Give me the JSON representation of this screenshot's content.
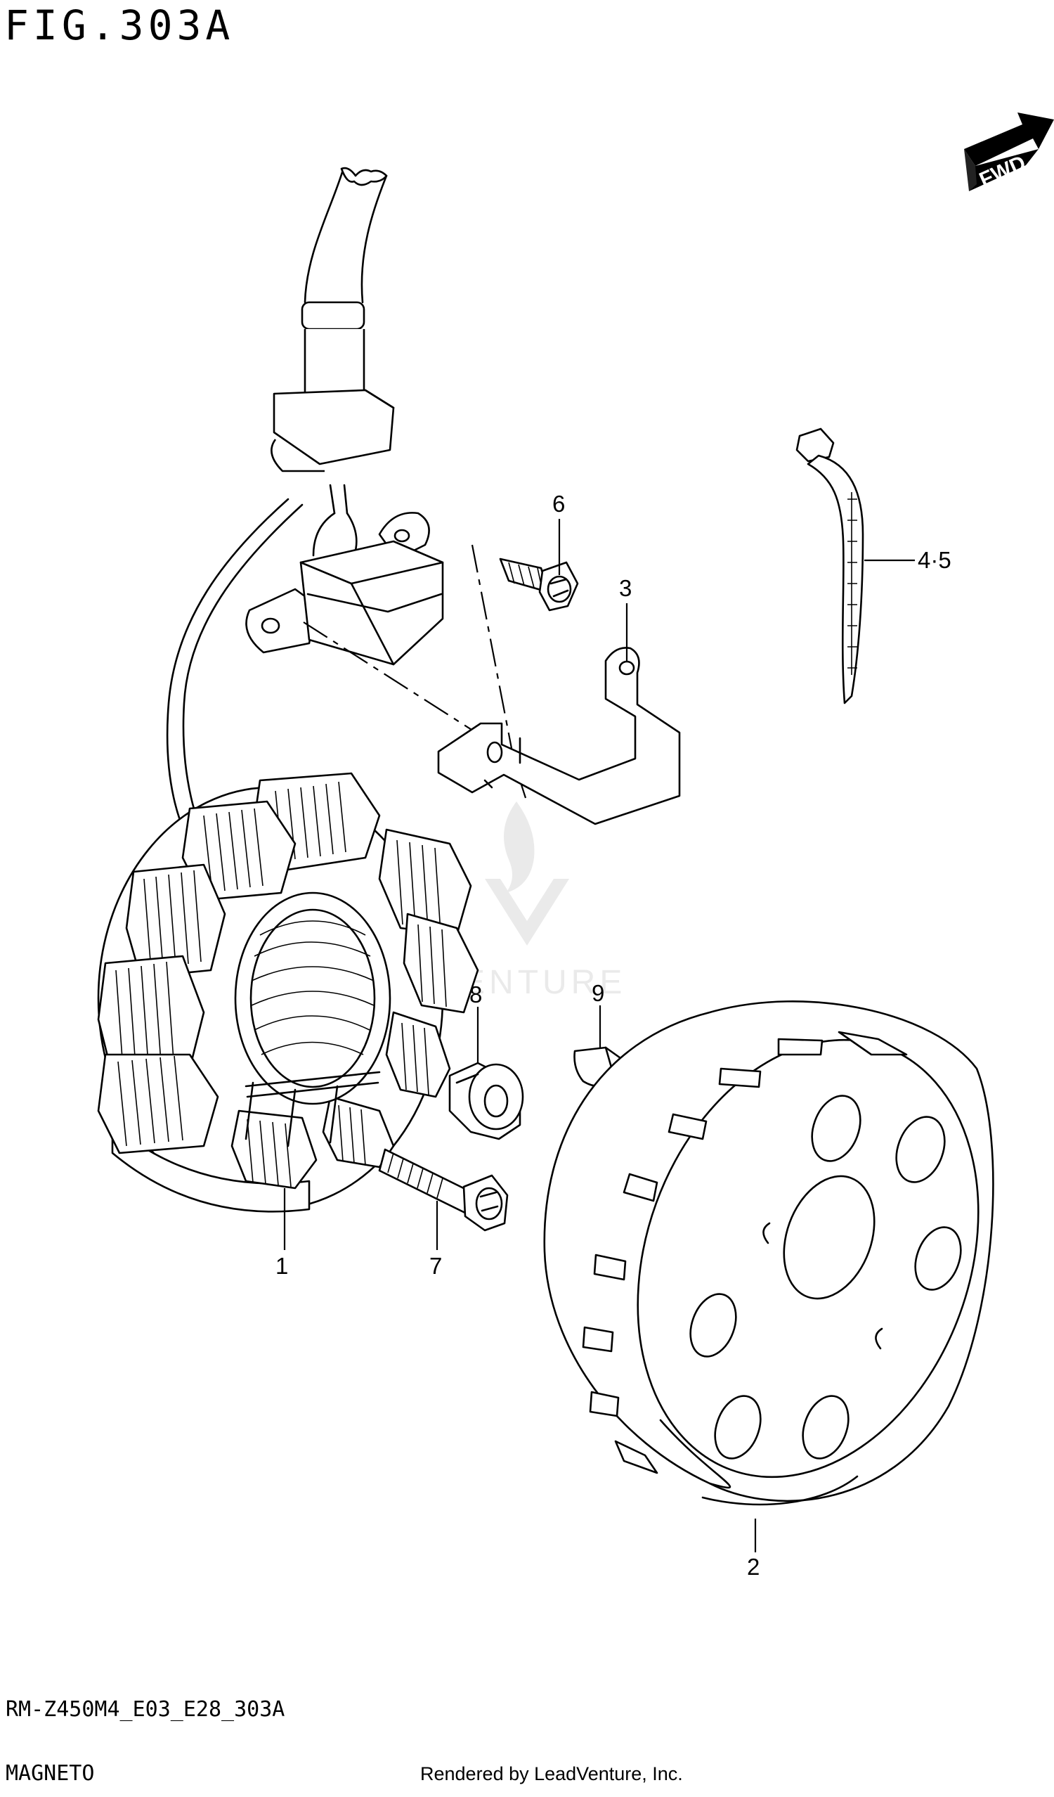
{
  "header": {
    "figure_title": "FIG.303A"
  },
  "direction_badge": {
    "label": "FWD"
  },
  "callouts": [
    {
      "id": "1",
      "label": "1"
    },
    {
      "id": "2",
      "label": "2"
    },
    {
      "id": "3",
      "label": "3"
    },
    {
      "id": "4_5",
      "label": "4·5"
    },
    {
      "id": "6",
      "label": "6"
    },
    {
      "id": "7",
      "label": "7"
    },
    {
      "id": "8",
      "label": "8"
    },
    {
      "id": "9",
      "label": "9"
    }
  ],
  "watermark": {
    "text": "VENTURE",
    "color": "#d9d9d9"
  },
  "footer": {
    "model_code": "RM-Z450M4_E03_E28_303A",
    "section_name": "MAGNETO",
    "credit": "Rendered by LeadVenture, Inc."
  },
  "colors": {
    "line": "#000000",
    "background": "#ffffff",
    "watermark": "#d9d9d9"
  }
}
